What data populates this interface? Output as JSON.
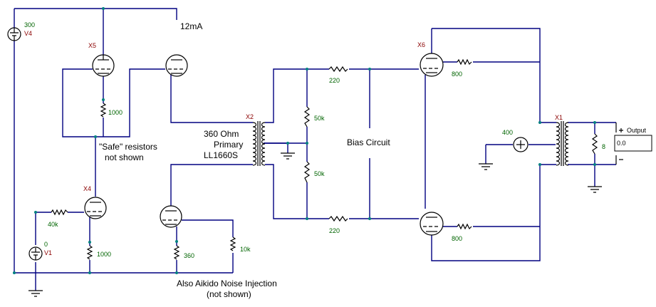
{
  "labels": {
    "current": "12mA",
    "primary_1": "360 Ohm",
    "primary_2": "Primary",
    "primary_3": "LL1660S",
    "safe_1": "\"Safe\" resistors",
    "safe_2": "not shown",
    "bias": "Bias Circuit",
    "aikido_1": "Also Aikido Noise Injection",
    "aikido_2": "(not shown)"
  },
  "components": {
    "V4": {
      "ref": "V4",
      "value": "300"
    },
    "V1": {
      "ref": "V1",
      "value": "0"
    },
    "X5": {
      "ref": "X5"
    },
    "X4": {
      "ref": "X4"
    },
    "X2": {
      "ref": "X2"
    },
    "X6": {
      "ref": "X6"
    },
    "X1": {
      "ref": "X1"
    },
    "R_x5_cath": {
      "value": "1000"
    },
    "R_x4_grid": {
      "value": "40k"
    },
    "R_x4_cath": {
      "value": "1000"
    },
    "R_noise_cath": {
      "value": "360"
    },
    "R_noise_load": {
      "value": "10k"
    },
    "R_bias_top": {
      "value": "50k"
    },
    "R_bias_bot": {
      "value": "50k"
    },
    "R_grid_top": {
      "value": "220"
    },
    "R_grid_bot": {
      "value": "220"
    },
    "R_x6_top": {
      "value": "800"
    },
    "R_x6_bot": {
      "value": "800"
    },
    "V_src": {
      "value": "400"
    },
    "R_load": {
      "value": "8"
    }
  },
  "meter": {
    "title": "Output",
    "value": "0.0"
  },
  "colors": {
    "wire": "#000080",
    "node": "#008080",
    "value_text": "#006400",
    "ref_text": "#8b0000"
  }
}
